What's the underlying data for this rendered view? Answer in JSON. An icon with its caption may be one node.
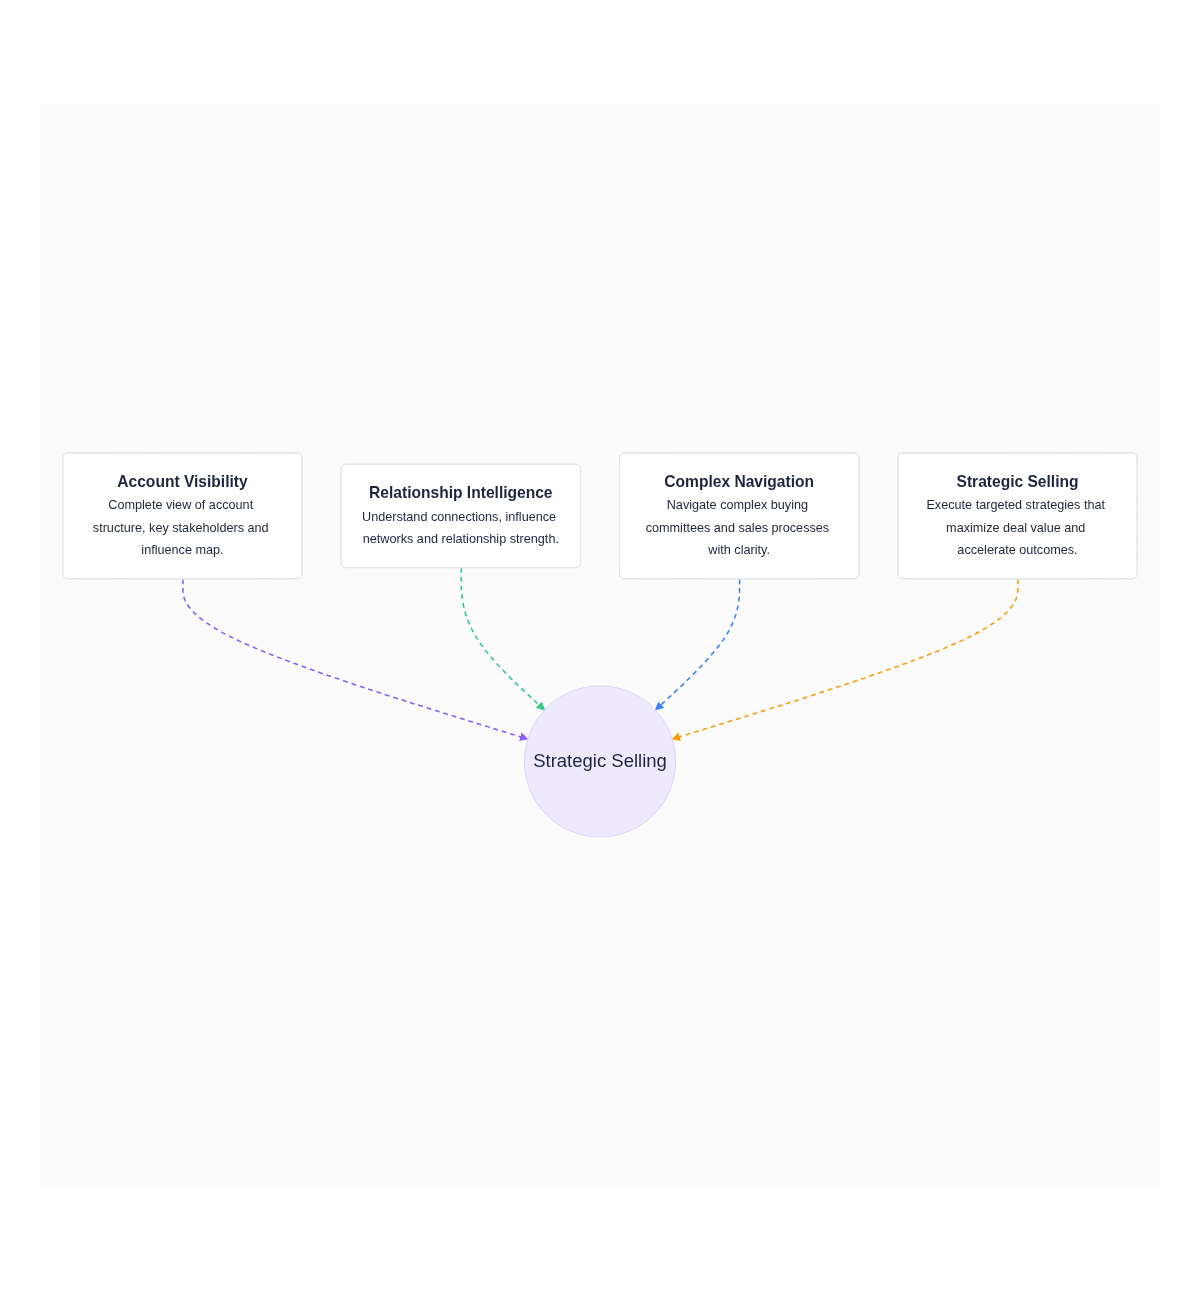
{
  "diagram": {
    "nodes": [
      {
        "text": [
          "Account Visibility",
          "Complete view of account structure, key stakeholders and influence map."
        ]
      },
      {
        "text": [
          "Relationship Intelligence",
          "Understand connections, influence networks and relationship strength."
        ]
      },
      {
        "text": [
          "Strategic Selling"
        ]
      },
      {
        "text": [
          "Complex Navigation",
          "Navigate complex buying committees and sales processes with clarity."
        ]
      },
      {
        "text": [
          "Strategic Selling",
          "Execute targeted strategies that maximize deal value and accelerate outcomes."
        ]
      }
    ],
    "edges": [
      {
        "from": 0,
        "to": 2,
        "arrow": "to",
        "style": "dashed",
        "color": "#8b5cf6"
      },
      {
        "from": 1,
        "to": 2,
        "arrow": "to",
        "style": "dashed",
        "color": "#34c98a"
      },
      {
        "from": 3,
        "to": 2,
        "arrow": "to",
        "style": "dashed",
        "color": "#3b82f6"
      },
      {
        "from": 4,
        "to": 2,
        "arrow": "to",
        "style": "dashed",
        "color": "#f59e0b"
      }
    ]
  }
}
